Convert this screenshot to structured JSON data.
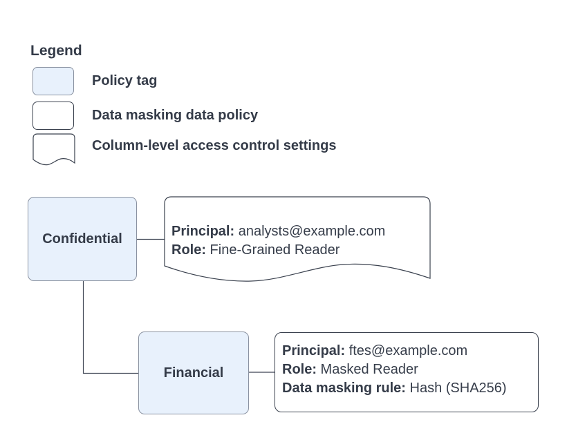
{
  "colors": {
    "background": "#ffffff",
    "policy_tag_fill": "#e8f1fc",
    "policy_tag_stroke": "#8a92a1",
    "shape_stroke": "#3a414e",
    "text": "#343b48",
    "connector": "#3e4553"
  },
  "legend": {
    "title": "Legend",
    "items": [
      {
        "id": "policy-tag",
        "shape": "rounded-rect-blue",
        "label": "Policy tag"
      },
      {
        "id": "data-masking-data-policy",
        "shape": "rounded-rect-white",
        "label": "Data masking data policy"
      },
      {
        "id": "column-level-access-control-settings",
        "shape": "document-wave",
        "label": "Column-level access control settings"
      }
    ]
  },
  "diagram": {
    "policy_tags": [
      {
        "label": "Confidential"
      },
      {
        "label": "Financial"
      }
    ],
    "access_settings": {
      "shape": "document-wave",
      "lines": [
        {
          "key": "Principal:",
          "value": " analysts@example.com"
        },
        {
          "key": "Role:",
          "value": " Fine-Grained Reader"
        }
      ]
    },
    "masking_policy": {
      "shape": "rounded-rect-white",
      "lines": [
        {
          "key": "Principal:",
          "value": " ftes@example.com"
        },
        {
          "key": "Role:",
          "value": " Masked Reader"
        },
        {
          "key": "Data masking rule:",
          "value": " Hash (SHA256)"
        }
      ]
    }
  }
}
